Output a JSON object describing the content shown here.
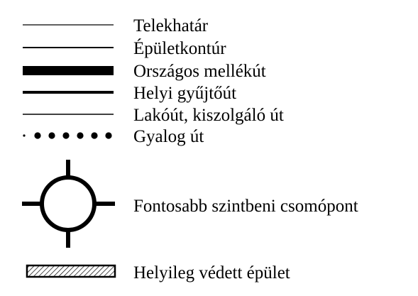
{
  "legend": {
    "items": [
      {
        "symbol": "thin-line",
        "label": "Telekhatár"
      },
      {
        "symbol": "medium-line",
        "label": "Épületkontúr"
      },
      {
        "symbol": "thick-bar",
        "label": "Országos mellékút"
      },
      {
        "symbol": "thick-line",
        "label": "Helyi gyűjtőút"
      },
      {
        "symbol": "thin-line",
        "label": "Lakóút, kiszolgáló út"
      },
      {
        "symbol": "dotted-line",
        "label": "Gyalog út"
      },
      {
        "symbol": "circle-cross",
        "label": "Fontosabb szintbeni csomópont"
      },
      {
        "symbol": "hatched-rect",
        "label": "Helyileg védett épület"
      }
    ]
  },
  "colors": {
    "ink": "#000000",
    "background": "#ffffff"
  }
}
